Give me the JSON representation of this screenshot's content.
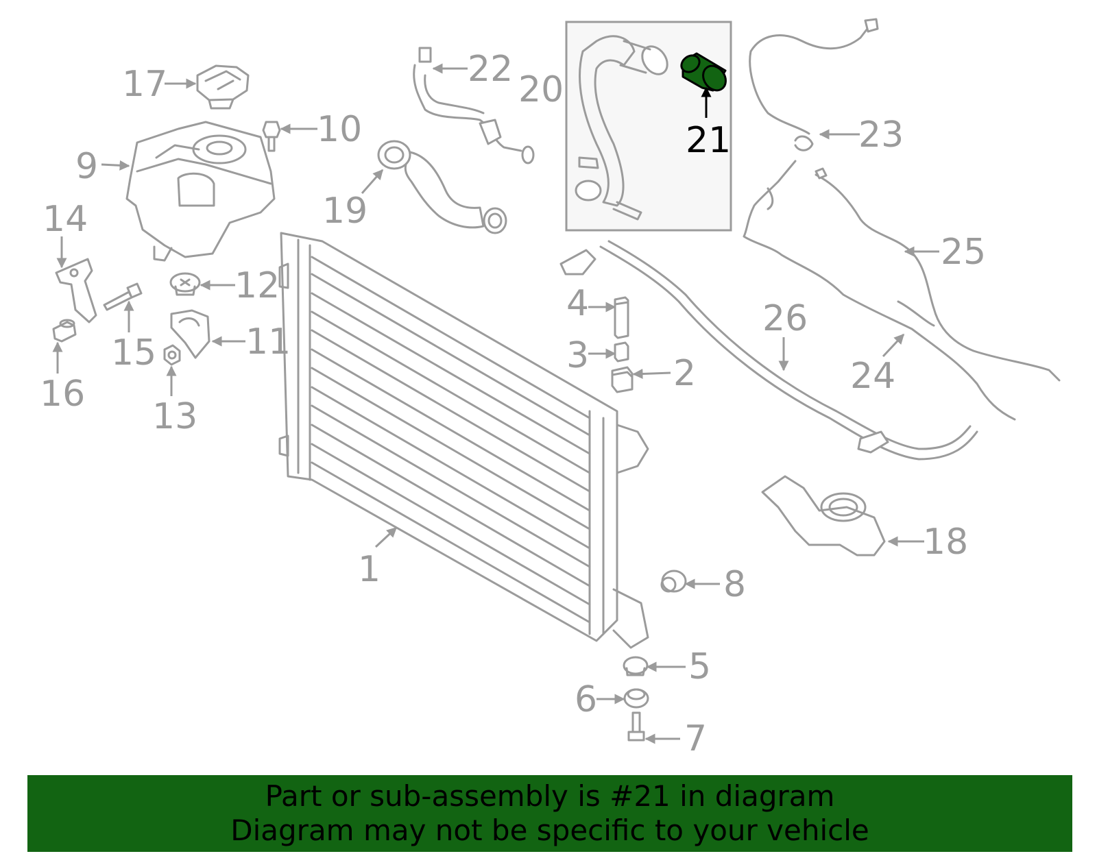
{
  "colors": {
    "line_art": "#9b9b9b",
    "highlight_part": "#126412",
    "banner_background": "#126412",
    "inset_background": "#f7f7f7"
  },
  "callouts": {
    "c1": "1",
    "c2": "2",
    "c3": "3",
    "c4": "4",
    "c5": "5",
    "c6": "6",
    "c7": "7",
    "c8": "8",
    "c9": "9",
    "c10": "10",
    "c11": "11",
    "c12": "12",
    "c13": "13",
    "c14": "14",
    "c15": "15",
    "c16": "16",
    "c17": "17",
    "c18": "18",
    "c19": "19",
    "c20": "20",
    "c21": "21",
    "c22": "22",
    "c23": "23",
    "c24": "24",
    "c25": "25",
    "c26": "26"
  },
  "highlighted_callout": "21",
  "banner": {
    "line1": "Part or sub-assembly is #21 in diagram",
    "line2": "Diagram may not be specific to your vehicle"
  }
}
